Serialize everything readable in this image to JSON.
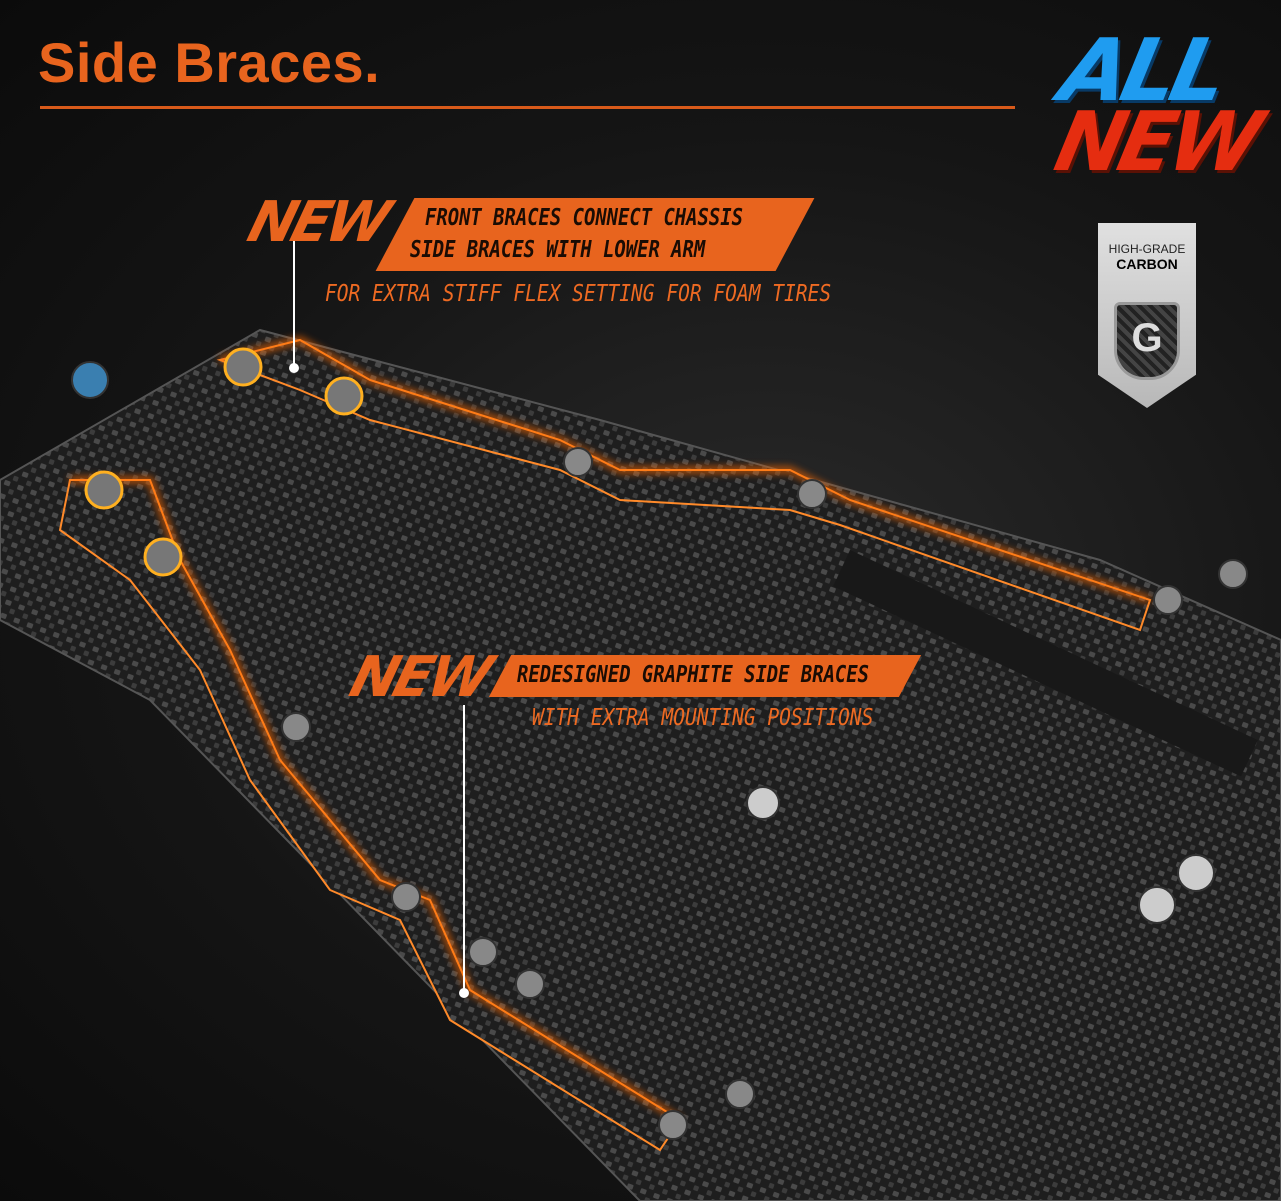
{
  "title": "Side Braces.",
  "logo": {
    "line1": "ALL",
    "line2": "NEW"
  },
  "badge": {
    "line1": "HIGH-GRADE",
    "line2": "CARBON",
    "emblem": "G"
  },
  "callout_front": {
    "new": "NEW",
    "line1": "FRONT BRACES CONNECT CHASSIS",
    "line2": "SIDE BRACES WITH LOWER ARM",
    "sub": "FOR EXTRA STIFF FLEX SETTING FOR FOAM TIRES"
  },
  "callout_side": {
    "new": "NEW",
    "line1": "REDESIGNED GRAPHITE SIDE BRACES",
    "sub": "WITH EXTRA MOUNTING POSITIONS"
  },
  "colors": {
    "accent": "#e8641e",
    "blue": "#1f9cf0",
    "red": "#e52d10"
  }
}
